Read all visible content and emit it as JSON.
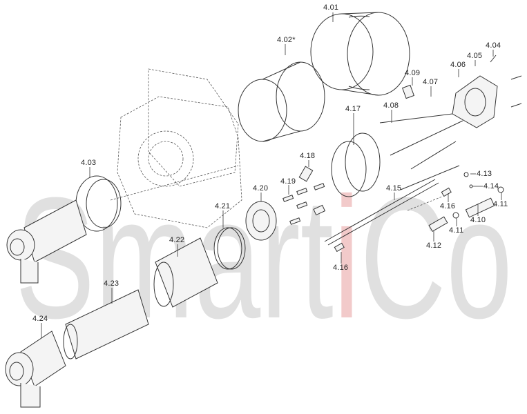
{
  "watermark": {
    "part1": "Smart",
    "part2": "i",
    "part3": "Co",
    "main_color": "#c8c8c8",
    "accent_color": "#e8a0a0"
  },
  "labels": {
    "l401": "4.01",
    "l402": "4.02*",
    "l403": "4.03",
    "l404": "4.04",
    "l405": "4.05",
    "l406": "4.06",
    "l407": "4.07",
    "l408": "4.08",
    "l409": "4.09",
    "l410": "4.10",
    "l411a": "4.11",
    "l411b": "4.11",
    "l412": "4.12",
    "l413": "4.13",
    "l414": "4.14",
    "l415": "4.15",
    "l416a": "4.16",
    "l416b": "4.16",
    "l417": "4.17",
    "l418": "4.18",
    "l419": "4.19",
    "l420": "4.20",
    "l421": "4.21",
    "l422": "4.22",
    "l423": "4.23",
    "l424": "4.24"
  }
}
